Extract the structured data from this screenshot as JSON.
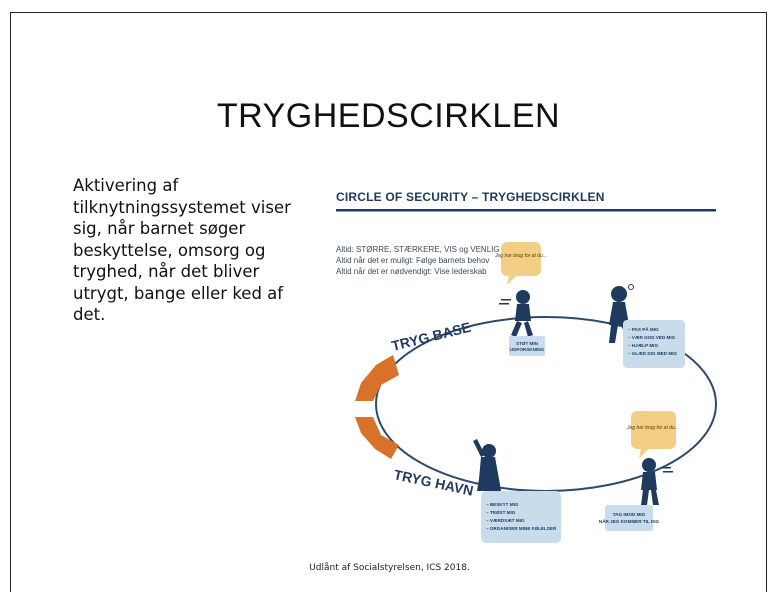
{
  "slide": {
    "title": "TRYGHEDSCIRKLEN",
    "body_text": "Aktivering af tilknytningssystemet viser sig, når barnet søger beskyttelse, omsorg og tryghed, når det bliver utrygt, bange eller ked af det.",
    "credit": "Udlånt af Socialstyrelsen, ICS 2018."
  },
  "figure": {
    "heading": "CIRCLE OF SECURITY – TRYGHEDSCIRKLEN",
    "intro_lines": [
      "Altid: STØRRE, STÆRKERE, VIS og VENLIG",
      "Altid når det er muligt: Følge barnets behov",
      "Altid når det er nødvendigt: Vise lederskab"
    ],
    "label_top": "TRYG BASE",
    "label_bottom": "TRYG HAVN",
    "bubble_top": "Jeg har brug for at du...",
    "bubble_right": "Jeg har brug for at du...",
    "box_support": [
      "STØT MIN",
      "UDFORSKNING"
    ],
    "box_right": [
      "– PAS PÅ MIG",
      "– VÆR GOD VED MIG",
      "– HJÆLP MIG",
      "– GLÆD DIG MED MIG"
    ],
    "box_bottom": [
      "– BESKYT MIG",
      "– TRØST MIG",
      "– VÆRDSÆT MIG",
      "– ORGANISER MINE FØLELSER"
    ],
    "box_welcome": [
      "TAG IMOD MIG",
      "NÅR JEG KOMMER TIL DIG"
    ],
    "colors": {
      "navy": "#1e3a5f",
      "box": "#c8dcec",
      "bubble": "#f3cf86",
      "hands": "#d8722a",
      "ellipse": "#2c4a6b"
    }
  }
}
